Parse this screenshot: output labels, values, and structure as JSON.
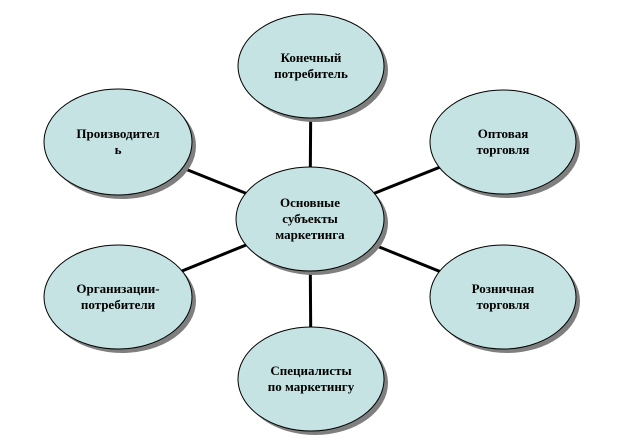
{
  "diagram": {
    "center": {
      "id": "center",
      "lines": [
        "Основные",
        "субъекты",
        "маркетинга"
      ]
    },
    "nodes": [
      {
        "id": "top",
        "lines": [
          "Конечный",
          "потребитель"
        ]
      },
      {
        "id": "upper-left",
        "lines": [
          "Производител",
          "ь"
        ]
      },
      {
        "id": "upper-right",
        "lines": [
          "Оптовая",
          "торговля"
        ]
      },
      {
        "id": "lower-left",
        "lines": [
          "Организации-",
          "потребители"
        ]
      },
      {
        "id": "lower-right",
        "lines": [
          "Розничная",
          "торговля"
        ]
      },
      {
        "id": "bottom",
        "lines": [
          "Специалисты",
          "по маркетингу"
        ]
      }
    ],
    "colors": {
      "fill": "#c5e3e3",
      "stroke": "#000000",
      "shadow": "#7f7f7f",
      "connector": "#000000"
    }
  }
}
